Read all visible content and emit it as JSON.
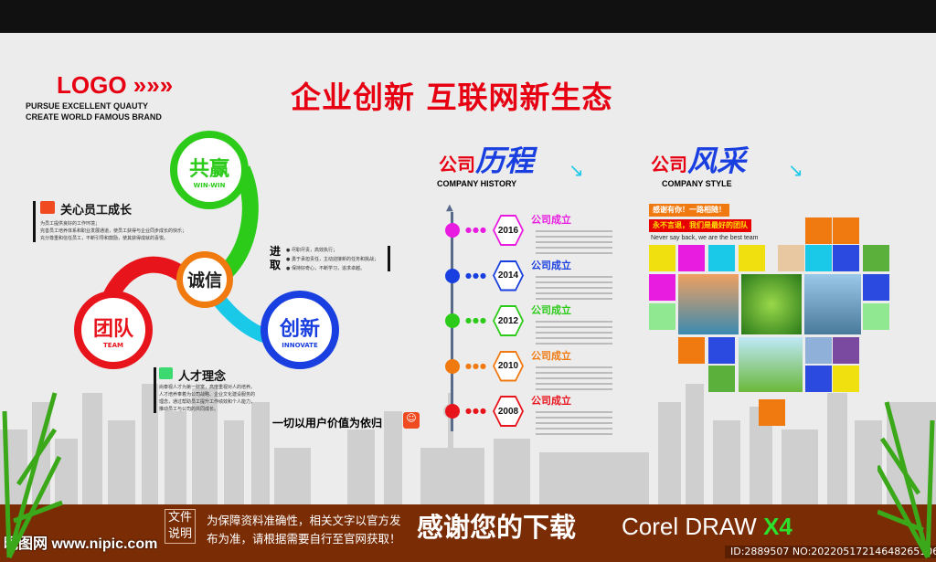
{
  "header": {
    "logo": "LOGO",
    "logo_arrows": "»»»",
    "slogan_line1": "PURSUE EXCELLENT QUAUTY",
    "slogan_line2": "CREATE WORLD FAMOUS BRAND",
    "title": "企业创新  互联网新生态"
  },
  "values": {
    "win_win": {
      "zh": "共赢",
      "en": "WIN-WIN",
      "color": "#2ccb1a"
    },
    "integrity": {
      "zh": "诚信",
      "color": "#f07a10"
    },
    "team": {
      "zh": "团队",
      "en": "TEAM",
      "color": "#e8141c"
    },
    "innovate": {
      "zh": "创新",
      "en": "INNOVATE",
      "color": "#1a3fe0"
    }
  },
  "care": {
    "title": "关心员工成长",
    "lines": [
      "为员工提供良好的工作环境；",
      "完善员工培养体系和职业发展通道，使员工获得与企业同步成长的快乐；",
      "充分尊重和信任员工，不断引导和鼓励，使其获得成就的喜悦。"
    ]
  },
  "progress": {
    "title": "进取",
    "items": [
      "尽职尽责，高效执行；",
      "勇于承担责任，主动迎接新的任务和挑战；",
      "保持好奇心，不断学习，追求卓越。"
    ]
  },
  "talent": {
    "title": "人才理念",
    "lines": [
      "尚泰视人才为第一财富，高度重视对人的培养。",
      "人才培养奉着为公司战略、企业文化建设服务的",
      "理念，通过帮助员工提升工作绩效和个人能力，",
      "推动员工与公司的共同成长。"
    ]
  },
  "user_value": "一切以用户价值为依归",
  "history": {
    "title_zh": "公司",
    "title_script": "历程",
    "title_en": "COMPANY HISTORY",
    "events": [
      {
        "year": "2016",
        "label": "公司成立",
        "color": "#e81ce0"
      },
      {
        "year": "2014",
        "label": "公司成立",
        "color": "#1a3fe0"
      },
      {
        "year": "2012",
        "label": "公司成立",
        "color": "#2ccb1a"
      },
      {
        "year": "2010",
        "label": "公司成立",
        "color": "#f07a10"
      },
      {
        "year": "2008",
        "label": "公司成立",
        "color": "#e8141c"
      }
    ]
  },
  "style": {
    "title_zh": "公司",
    "title_script": "风采",
    "title_en": "COMPANY STYLE",
    "banner1": "感谢有你！一路相随！",
    "banner2": "永不言退，我们是最好的团队",
    "tagline": "Never say back, we are the best team"
  },
  "footer": {
    "badge_line1": "文件",
    "badge_line2": "说明",
    "notice_line1": "为保障资料准确性，相关文字以官方发",
    "notice_line2": "布为准，请根据需要自行至官网获取！",
    "thanks": "感谢您的下载",
    "software": "Corel DRAW",
    "version": "X4",
    "watermark": "昵图网 www.nipic.com",
    "id": "ID:2889507 NO:20220517214648265106"
  }
}
